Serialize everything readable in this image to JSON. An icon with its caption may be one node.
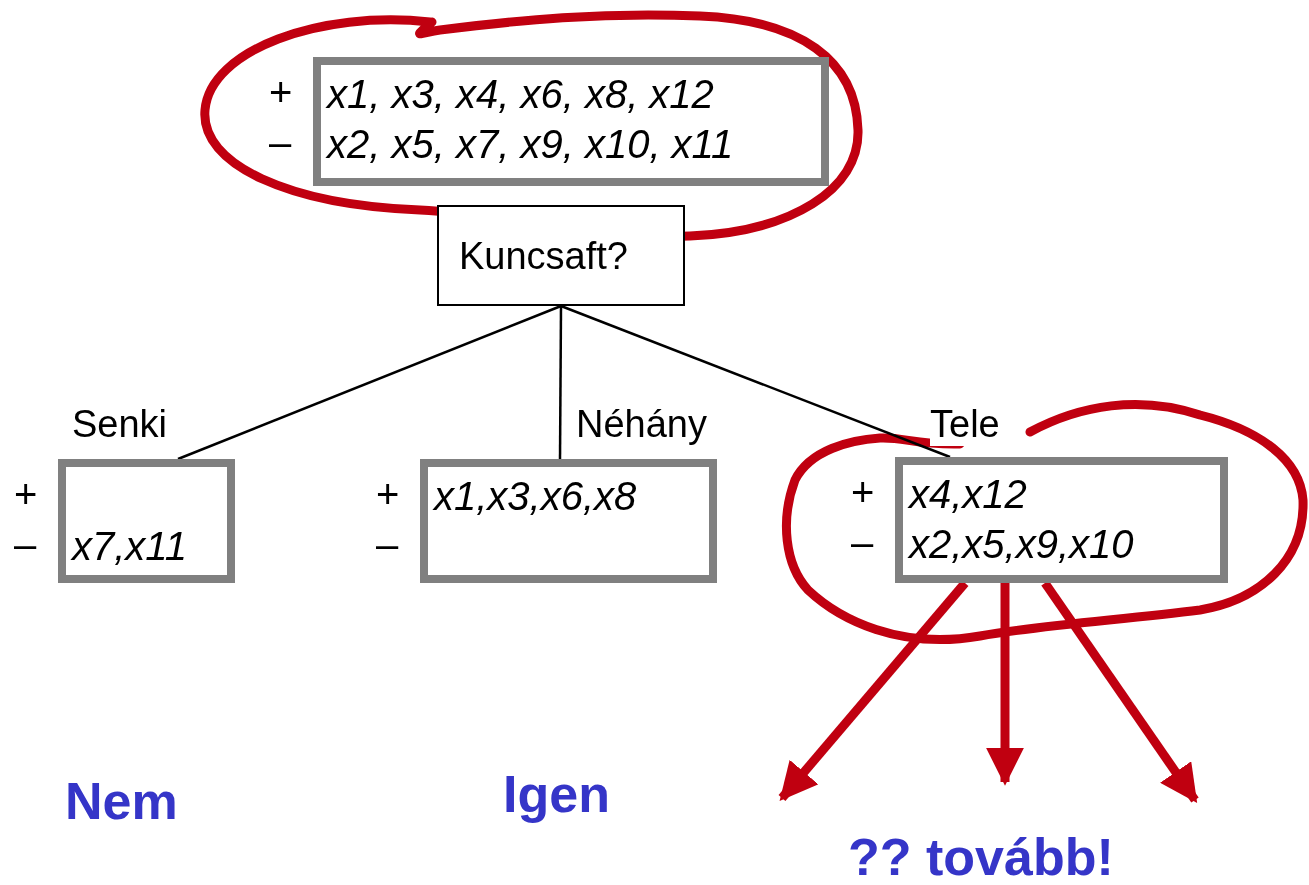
{
  "diagram": {
    "nodes": [
      {
        "text": [
          "x1, x3, x4, x6, x8, x12",
          "x2, x5, x7, x9, x10, x11"
        ],
        "beside": [
          "+",
          "–"
        ]
      },
      {
        "text": [
          "Kuncsaft?"
        ]
      },
      {
        "text": [
          "x7,x11"
        ],
        "beside": [
          "+",
          "–"
        ]
      },
      {
        "text": [
          "x1,x3,x6,x8"
        ],
        "beside": [
          "+",
          "–"
        ]
      },
      {
        "text": [
          "x4,x12",
          "x2,x5,x9,x10"
        ],
        "beside": [
          "+",
          "–"
        ]
      }
    ],
    "edges": [
      {
        "from": 1,
        "to": 2,
        "arrow": "none",
        "label": "Senki"
      },
      {
        "from": 1,
        "to": 3,
        "arrow": "none",
        "label": "Néhány"
      },
      {
        "from": 1,
        "to": 4,
        "arrow": "none",
        "label": "Tele"
      },
      {
        "from": 4,
        "to": null,
        "arrow": "to",
        "style": "thick",
        "color": "#c00010"
      },
      {
        "from": 4,
        "to": null,
        "arrow": "to",
        "style": "thick",
        "color": "#c00010"
      },
      {
        "from": 4,
        "to": null,
        "arrow": "to",
        "style": "thick",
        "color": "#c00010"
      }
    ],
    "labels": [
      "Nem",
      "Igen",
      "?? tovább!"
    ]
  }
}
